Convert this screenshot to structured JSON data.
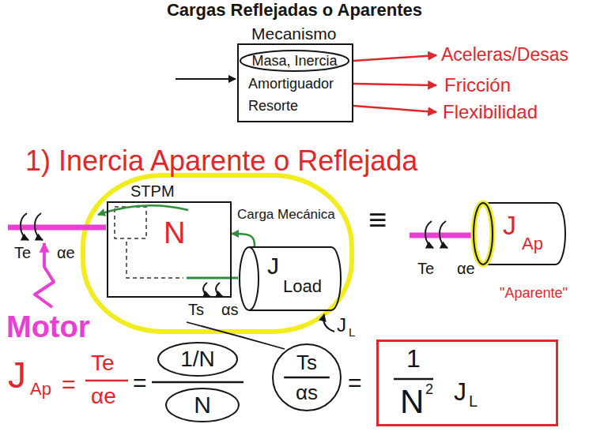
{
  "diagram": {
    "title": "Cargas Reflejadas o Aparentes",
    "nodes": [
      {
        "text": [
          "Mecanismo",
          "Amortiguador",
          "Resorte"
        ]
      },
      {
        "text": [
          "Masa, Inercia"
        ],
        "in": 0
      },
      {
        "text": [
          "STPM",
          "N"
        ]
      },
      {
        "text": [
          "J",
          "Load"
        ]
      },
      {
        "text": [
          "J",
          "Ap"
        ]
      },
      {
        "text": [
          "1/N"
        ]
      },
      {
        "text": [
          "N"
        ]
      },
      {
        "text": [
          "Ts",
          "αs"
        ]
      },
      {
        "text": [
          "1",
          "N",
          "2",
          "J",
          "L"
        ]
      }
    ],
    "edges": [
      {
        "from": 3,
        "to": 2,
        "arrow": "to"
      }
    ],
    "labels": [
      "Aceleras/Desas",
      "Fricción",
      "Flexibilidad",
      "1) Inercia Aparente o Reflejada",
      "Carga Mecánica",
      "Te",
      "αe",
      "Motor",
      "Ts",
      "αs",
      "≡",
      "Te",
      "αe",
      "\"Aparente\"",
      "J",
      "L",
      "J",
      "Ap",
      "=",
      "Te",
      "αe",
      "=",
      "="
    ]
  }
}
